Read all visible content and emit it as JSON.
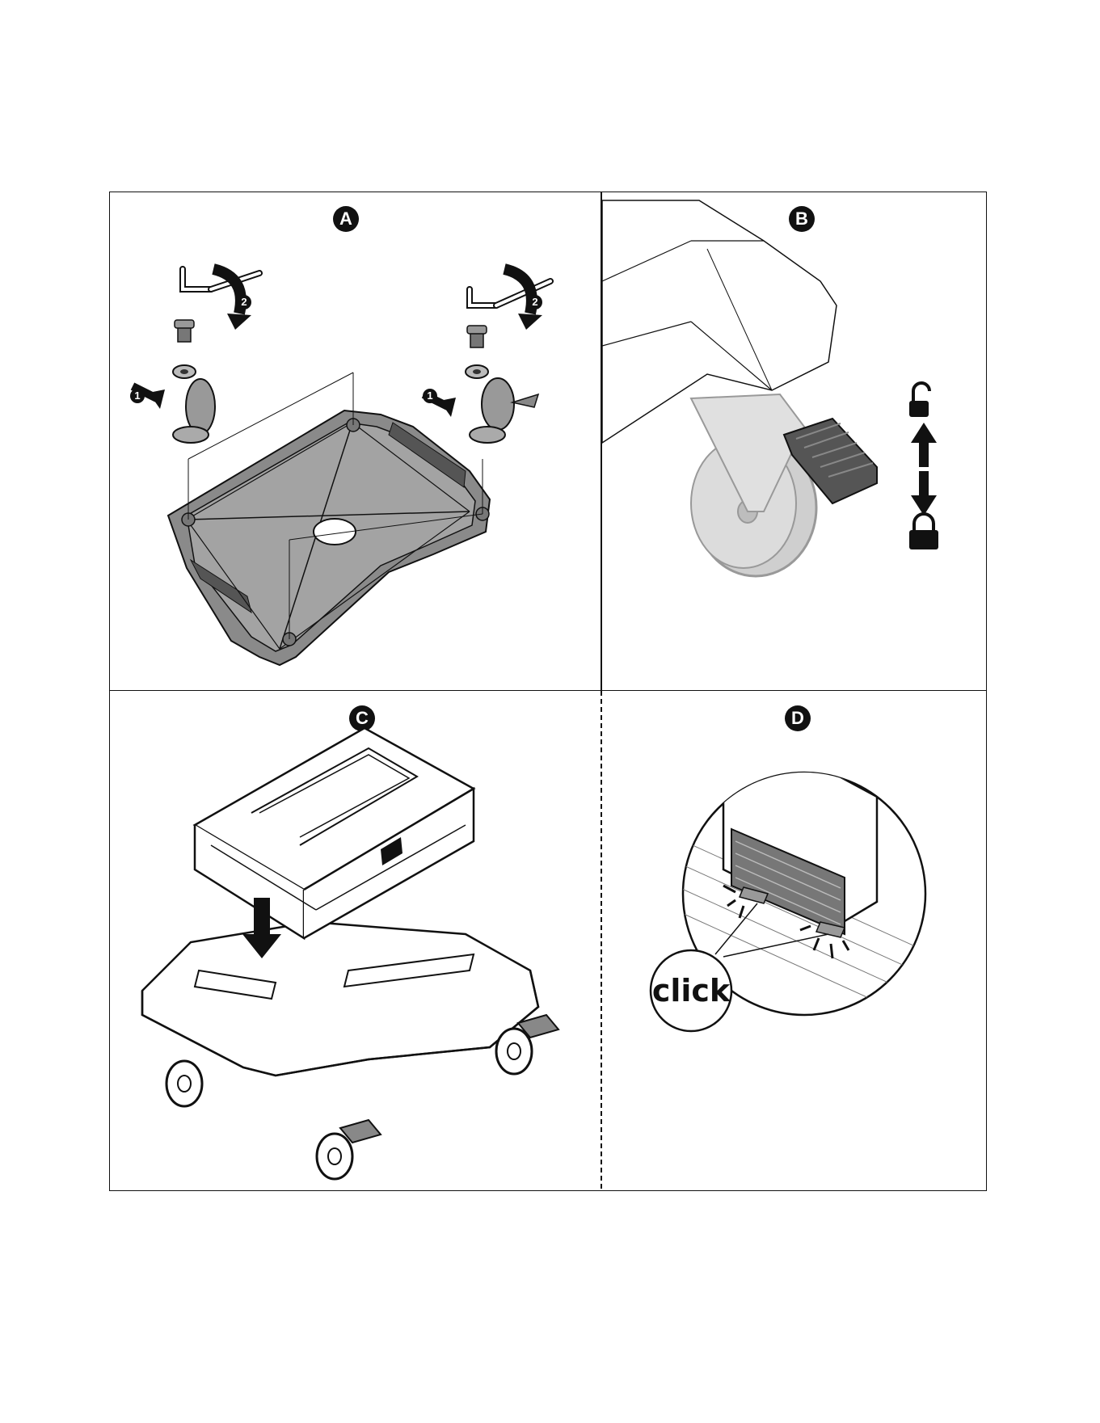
{
  "panels": [
    {
      "id": "A",
      "label": "A"
    },
    {
      "id": "B",
      "label": "B"
    },
    {
      "id": "C",
      "label": "C"
    },
    {
      "id": "D",
      "label": "D"
    }
  ],
  "panel_a": {
    "step_1": "1",
    "step_2": "2"
  },
  "panel_d": {
    "click_label": "click"
  },
  "icons": {
    "unlock": "unlock-icon",
    "lock": "lock-icon"
  },
  "colors": {
    "line": "#111111",
    "grey": "#8a8a8a",
    "light_grey": "#d9d9d9",
    "dark_grey": "#555555"
  }
}
